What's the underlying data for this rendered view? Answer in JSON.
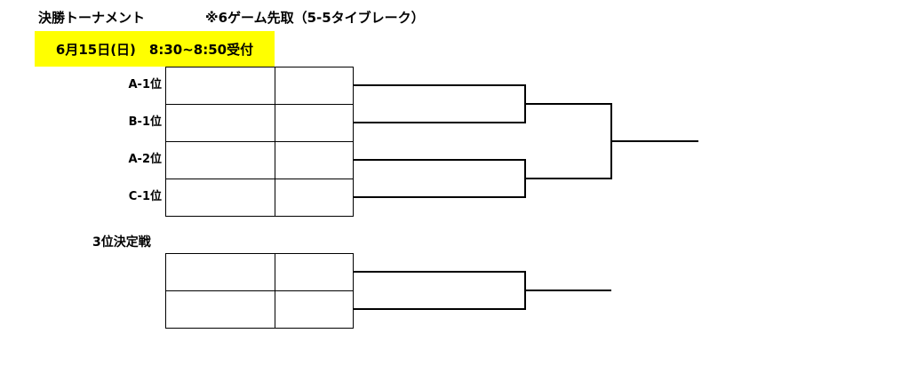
{
  "header": {
    "title": "決勝トーナメント",
    "rule": "※6ゲーム先取（5-5タイブレーク）"
  },
  "banner": {
    "text": "6月15日(日)　8:30~8:50受付",
    "color": "#ffff00"
  },
  "final_bracket": {
    "teams": [
      "A-1位",
      "B-1位",
      "A-2位",
      "C-1位"
    ]
  },
  "third_place": {
    "title": "3位決定戦"
  }
}
